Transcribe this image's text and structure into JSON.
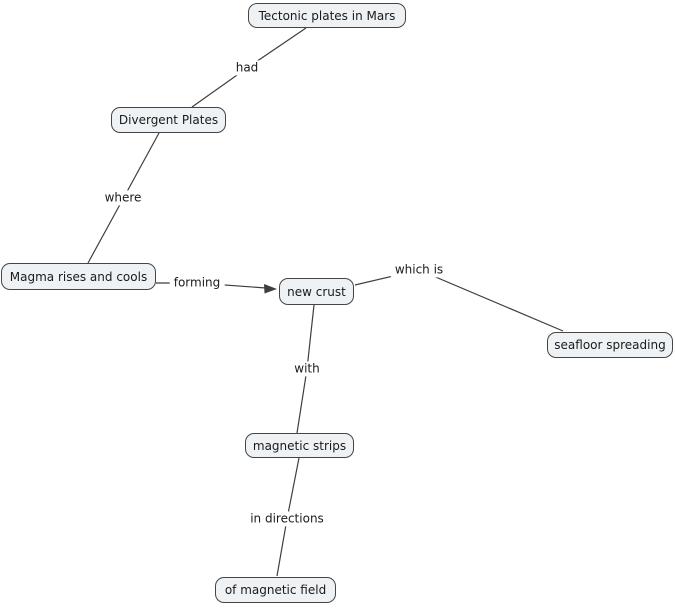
{
  "colors": {
    "canvas_background": "#ffffff",
    "node_fill": "#eef2f5",
    "node_border": "#454545",
    "line": "#3f3f3f",
    "text": "#1a1a1a"
  },
  "concept_map": {
    "nodes": [
      {
        "label": "Tectonic plates in Mars"
      },
      {
        "label": "Divergent Plates"
      },
      {
        "label": "Magma rises and cools"
      },
      {
        "label": "new crust"
      },
      {
        "label": "seafloor spreading"
      },
      {
        "label": "magnetic strips"
      },
      {
        "label": "of magnetic field"
      }
    ],
    "edges": [
      {
        "from": "Tectonic plates in Mars",
        "to": "Divergent Plates",
        "label": "had",
        "arrowhead": false
      },
      {
        "from": "Divergent Plates",
        "to": "Magma rises and cools",
        "label": "where",
        "arrowhead": false
      },
      {
        "from": "Magma rises and cools",
        "to": "new crust",
        "label": "forming",
        "arrowhead": true
      },
      {
        "from": "new crust",
        "to": "seafloor spreading",
        "label": "which is",
        "arrowhead": false
      },
      {
        "from": "new crust",
        "to": "magnetic strips",
        "label": "with",
        "arrowhead": false
      },
      {
        "from": "magnetic strips",
        "to": "of magnetic field",
        "label": "in directions",
        "arrowhead": false
      }
    ]
  }
}
